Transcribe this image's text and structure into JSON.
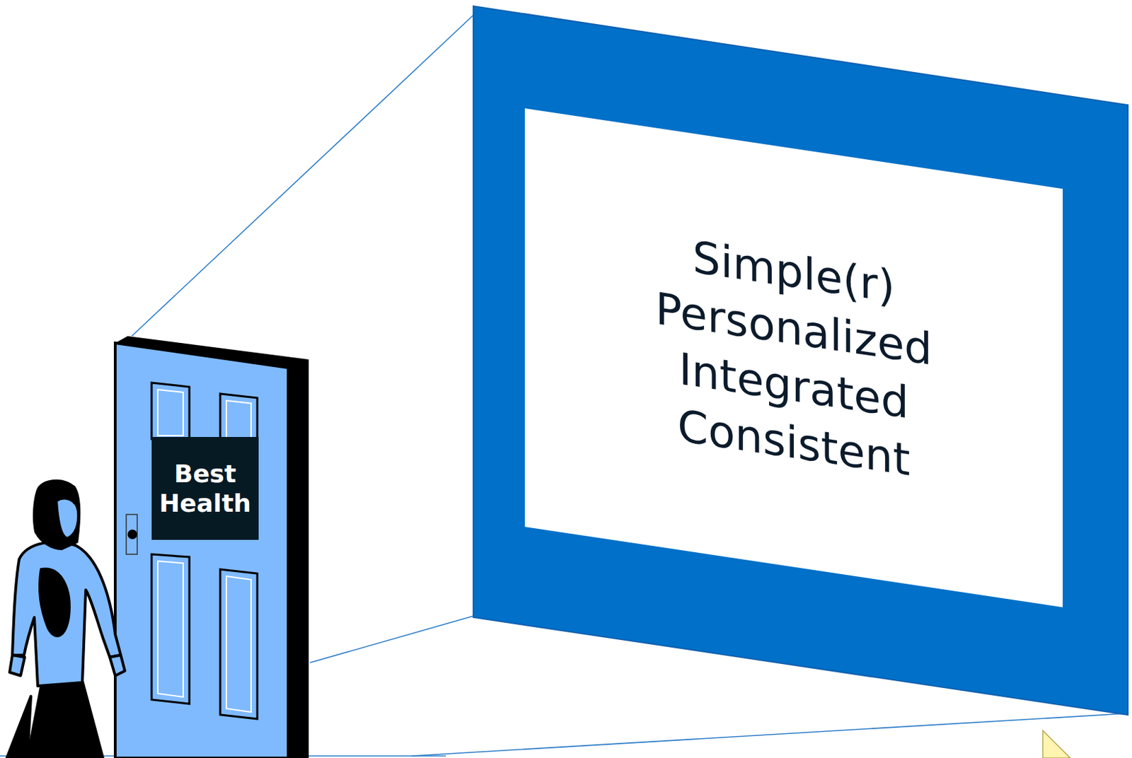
{
  "diagram": {
    "nodes": [
      {
        "text": [
          "Best Health"
        ]
      },
      {
        "text": [
          "Simple(r)",
          "Personalized",
          "Integrated",
          "Consistent"
        ]
      }
    ]
  }
}
